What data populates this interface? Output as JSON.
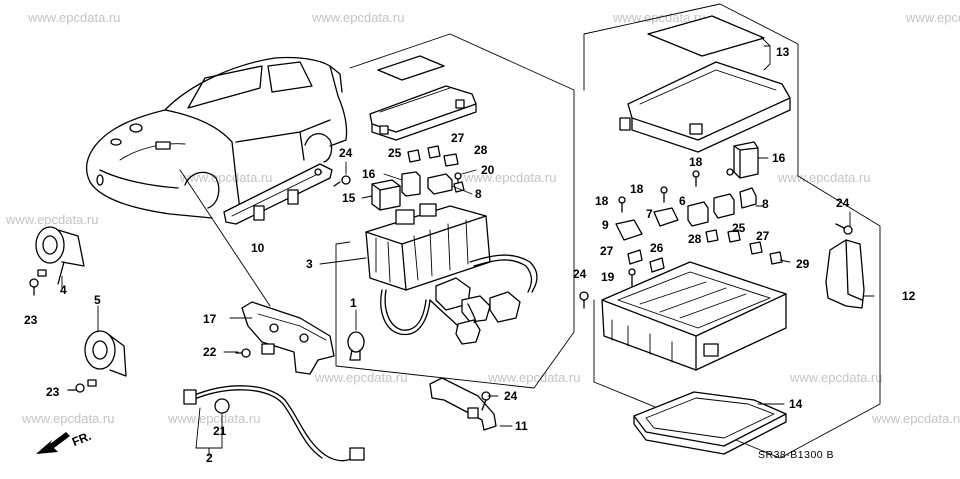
{
  "watermark": "www.epcdata.ru",
  "diagram_code": "SR38-B1300 B",
  "direction_label": "FR.",
  "part_numbers": [
    "1",
    "2",
    "3",
    "4",
    "5",
    "6",
    "7",
    "8",
    "8",
    "9",
    "10",
    "11",
    "12",
    "13",
    "14",
    "15",
    "16",
    "16",
    "17",
    "18",
    "18",
    "18",
    "19",
    "20",
    "21",
    "22",
    "23",
    "23",
    "24",
    "24",
    "24",
    "24",
    "25",
    "25",
    "26",
    "27",
    "27",
    "27",
    "28",
    "28",
    "29"
  ]
}
